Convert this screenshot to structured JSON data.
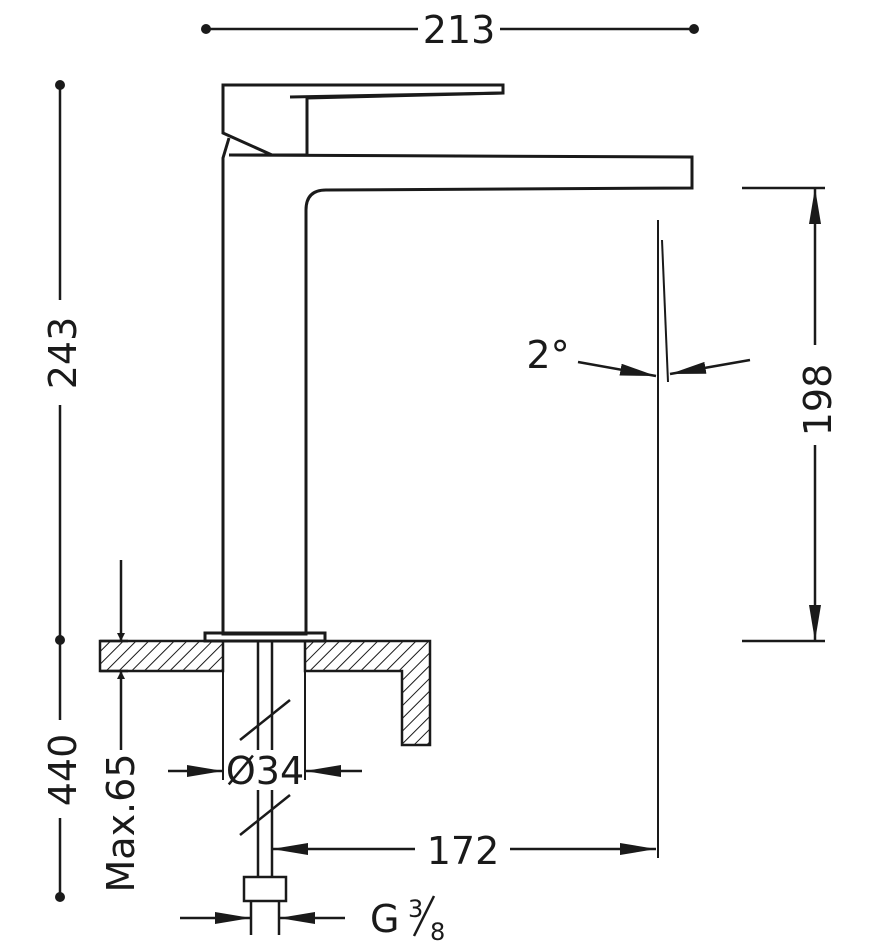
{
  "dimensions": {
    "overall_width": "213",
    "total_height": "243",
    "spout_height": "198",
    "spout_angle": "2°",
    "hose_length": "440",
    "max_deck_thickness": "Max.65",
    "hole_diameter": "Ø34",
    "spout_reach": "172",
    "connection_thread": "G",
    "thread_num": "3",
    "thread_den": "8"
  }
}
